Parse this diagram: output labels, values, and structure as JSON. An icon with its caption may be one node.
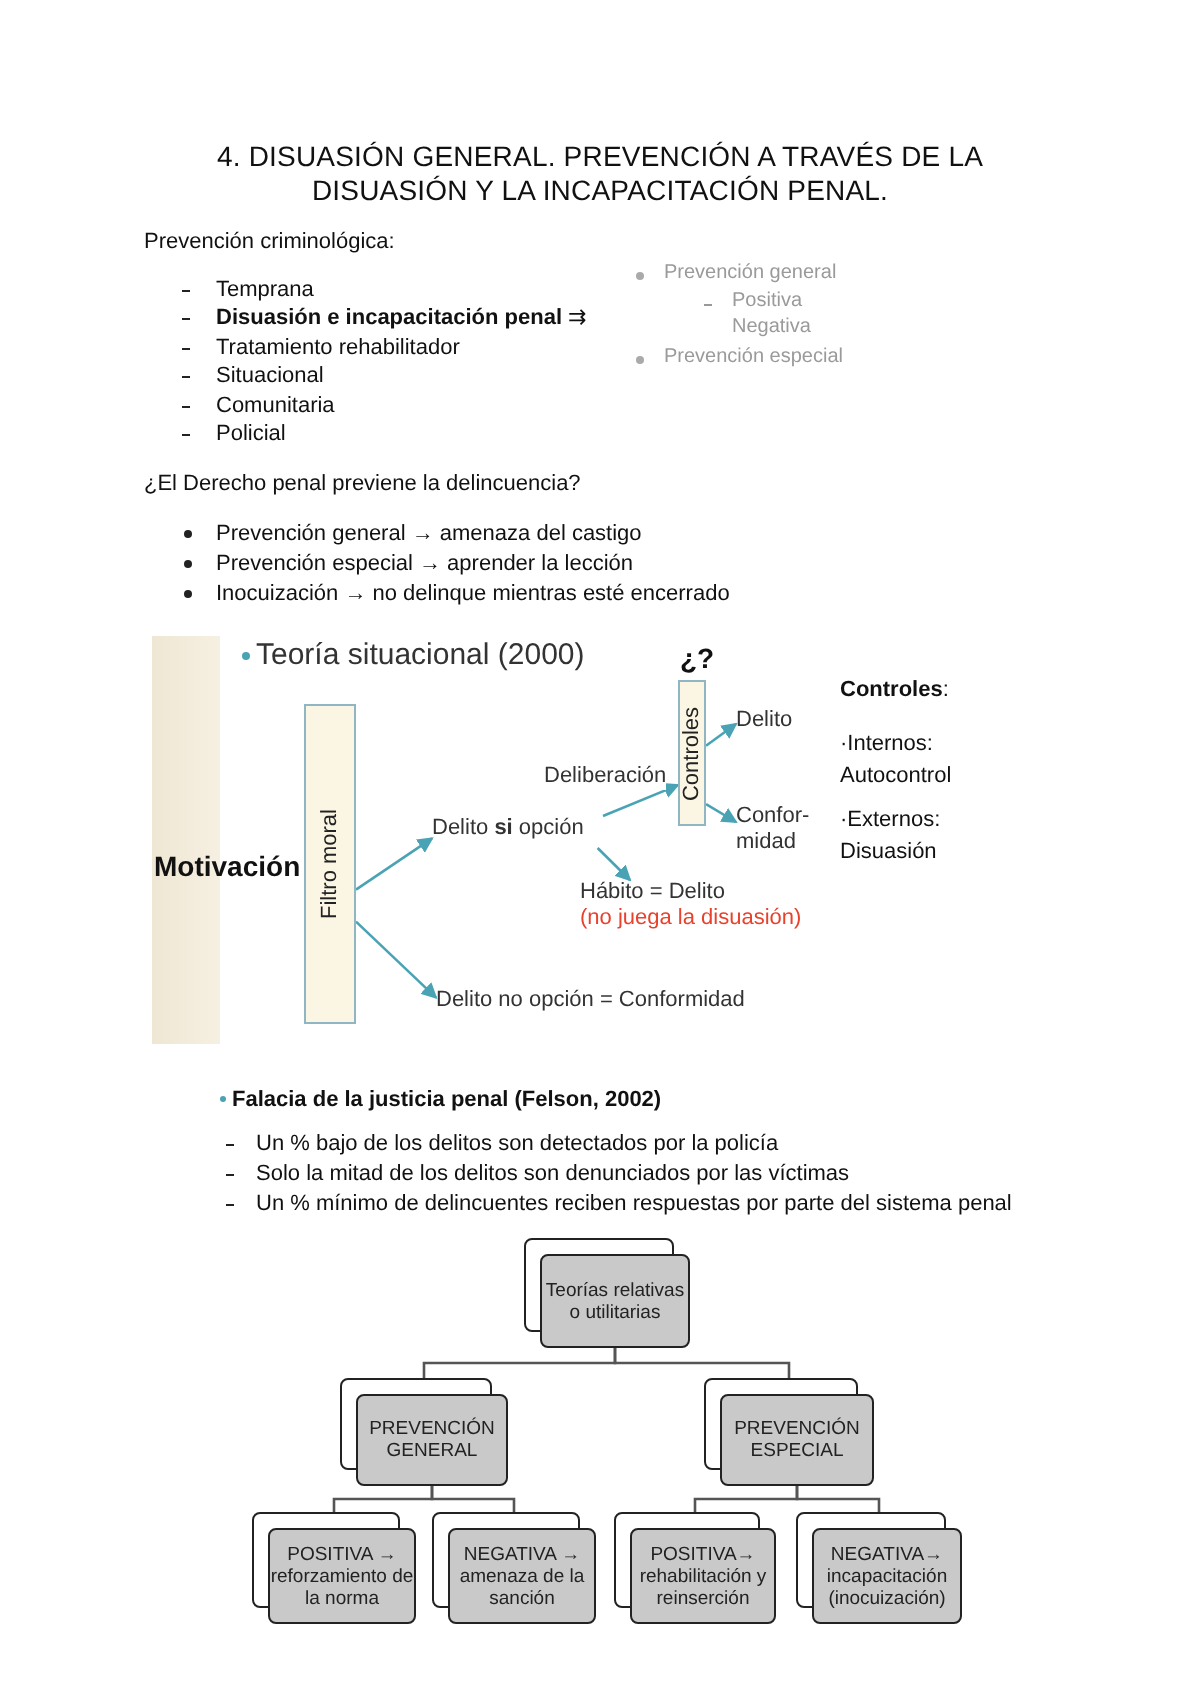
{
  "diagram": {
    "title": "4. DISUASIÓN GENERAL. PREVENCIÓN A TRAVÉS DE LA DISUASIÓN Y LA INCAPACITACIÓN PENAL.",
    "nodes": [
      {
        "text": [
          "Filtro moral"
        ]
      },
      {
        "text": [
          "Delito **si** opción"
        ]
      },
      {
        "text": [
          "Delito no opción = Conformidad"
        ]
      },
      {
        "text": [
          "Hábito = Delito",
          "(no juega la disuasión)"
        ]
      },
      {
        "text": [
          "Controles"
        ],
        "beside": [
          "¿?"
        ]
      },
      {
        "text": [
          "Delito"
        ]
      },
      {
        "text": [
          "Confor- midad"
        ]
      },
      {
        "text": [
          "Teorías relativas o utilitarias"
        ]
      },
      {
        "text": [
          "PREVENCIÓN GENERAL"
        ]
      },
      {
        "text": [
          "PREVENCIÓN ESPECIAL"
        ]
      },
      {
        "text": [
          "POSITIVA → reforzamiento de la norma"
        ]
      },
      {
        "text": [
          "NEGATIVA → amenaza de la sanción"
        ]
      },
      {
        "text": [
          "POSITIVA→ rehabilitación y reinserción"
        ]
      },
      {
        "text": [
          "NEGATIVA→ incapacitación (inocuización)"
        ]
      },
      {
        "text": [
          "Motivación"
        ]
      }
    ],
    "edges": [
      {
        "from": 0,
        "to": 1,
        "arrow": "to"
      },
      {
        "from": 0,
        "to": 2,
        "arrow": "to"
      },
      {
        "from": 1,
        "to": 4,
        "arrow": "to",
        "label": "Deliberación"
      },
      {
        "from": 1,
        "to": 3,
        "arrow": "to"
      },
      {
        "from": 4,
        "to": 5,
        "arrow": "to"
      },
      {
        "from": 4,
        "to": 6,
        "arrow": "to"
      },
      {
        "from": 7,
        "to": 8,
        "arrow": "none",
        "color": "#555555"
      },
      {
        "from": 7,
        "to": 9,
        "arrow": "none",
        "color": "#555555"
      },
      {
        "from": 8,
        "to": 10,
        "arrow": "none",
        "color": "#555555"
      },
      {
        "from": 8,
        "to": 11,
        "arrow": "none",
        "color": "#555555"
      },
      {
        "from": 9,
        "to": 12,
        "arrow": "none",
        "color": "#555555"
      },
      {
        "from": 9,
        "to": 13,
        "arrow": "none",
        "color": "#555555"
      }
    ],
    "labels": [
      "Prevención criminológica:",
      "Temprana",
      "**Disuasión e incapacitación penal** ⇉",
      "Tratamiento rehabilitador",
      "Situacional",
      "Comunitaria",
      "Policial",
      "Prevención general",
      "Positiva",
      "Negativa",
      "Prevención especial",
      "¿El Derecho penal previene la delincuencia?",
      "Prevención general → amenaza del castigo",
      "Prevención especial → aprender la lección",
      "Inocuización → no delinque mientras esté encerrado",
      "Teoría situacional (2000)",
      "**Controles**:",
      "·Internos: Autocontrol",
      "·Externos: Disuasión",
      "Falacia de la justicia penal (Felson, 2002)",
      "Un % bajo de los delitos son detectados por la policía",
      "Solo la mitad de los delitos son denunciados por las víctimas",
      "Un % mínimo de delincuentes reciben respuestas por parte del sistema penal"
    ]
  }
}
